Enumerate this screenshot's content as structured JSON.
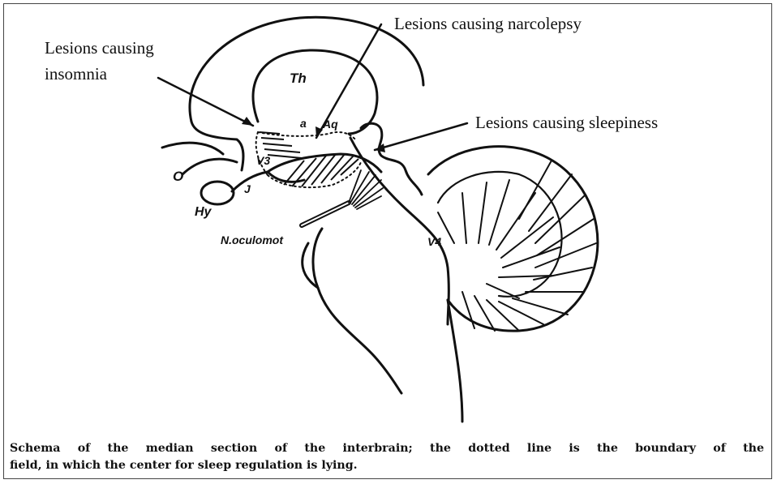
{
  "labels": {
    "insomnia_line1": "Lesions causing",
    "insomnia_line2": "insomnia",
    "narcolepsy": "Lesions causing narcolepsy",
    "sleepiness": "Lesions causing sleepiness"
  },
  "annotations": {
    "th": "Th",
    "a": "a",
    "aq": "Aq",
    "v3": "V3",
    "o": "O",
    "j": "J",
    "hy": "Hy",
    "n_oculomot": "N.oculomot",
    "v4": "V4"
  },
  "caption": {
    "line1": "Schema of the median section of the interbrain; the dotted line is the boundary of the",
    "line2": "field, in which the center for sleep regulation is lying."
  }
}
